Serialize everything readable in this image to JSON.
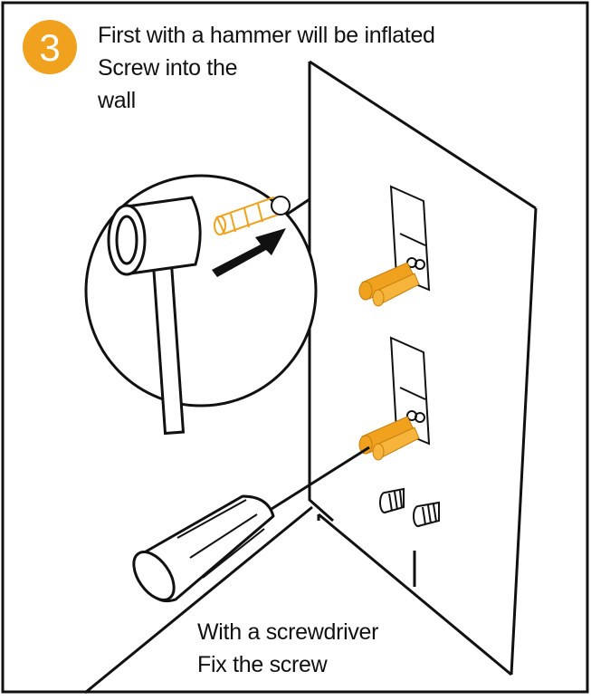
{
  "step": {
    "number": "3",
    "badge_color": "#F0A21F"
  },
  "text_top": {
    "line1": "First with a hammer will be inflated",
    "line2": "Screw into the",
    "line3": "wall"
  },
  "text_bottom": {
    "line1": "With a screwdriver",
    "line2": "Fix the screw"
  },
  "colors": {
    "anchor_orange": "#F0A21F",
    "line": "#111111"
  },
  "icons": [
    "hammer-icon",
    "arrow-icon",
    "wall-anchor-icon",
    "screwdriver-icon",
    "screw-icon"
  ]
}
